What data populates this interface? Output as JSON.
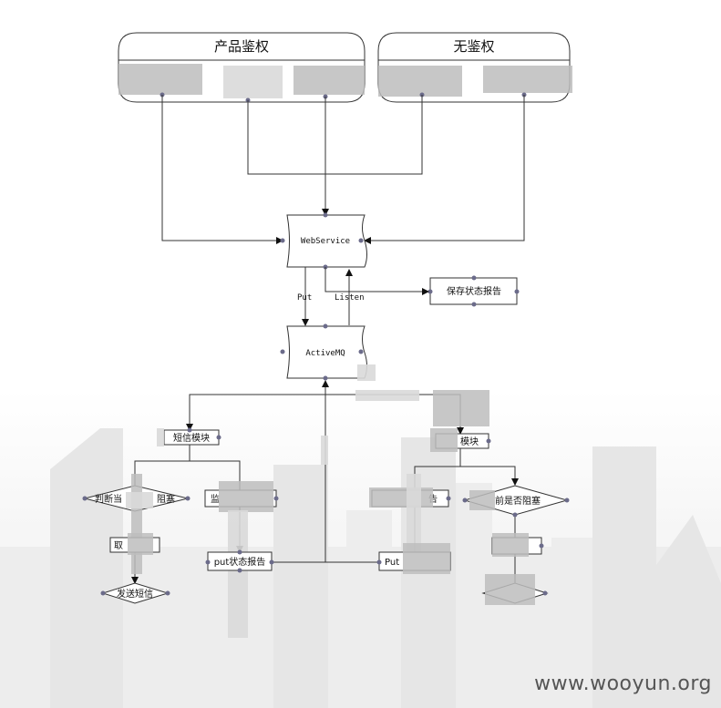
{
  "groups": {
    "product_auth": "产品鉴权",
    "no_auth": "无鉴权"
  },
  "nodes": {
    "webservice": "WebService",
    "activemq": "ActiveMQ",
    "save_report": "保存状态报告",
    "sms_module": "短信模块",
    "right_module": "模块",
    "judge_block": "判断当",
    "judge_block_tail": "阻塞",
    "right_diamond": "前是否阻塞",
    "put_report": "put状态报告",
    "put_right": "Put",
    "send_sms": "发送短信",
    "left_small": "取",
    "monitor": "监",
    "right_report_tail": "告"
  },
  "edges": {
    "put": "Put",
    "listen": "Listen"
  },
  "watermark": "www.wooyun.org",
  "colors": {
    "line": "#333333",
    "pin": "#6b6b8a",
    "pixelate": "#bdbdbd"
  }
}
